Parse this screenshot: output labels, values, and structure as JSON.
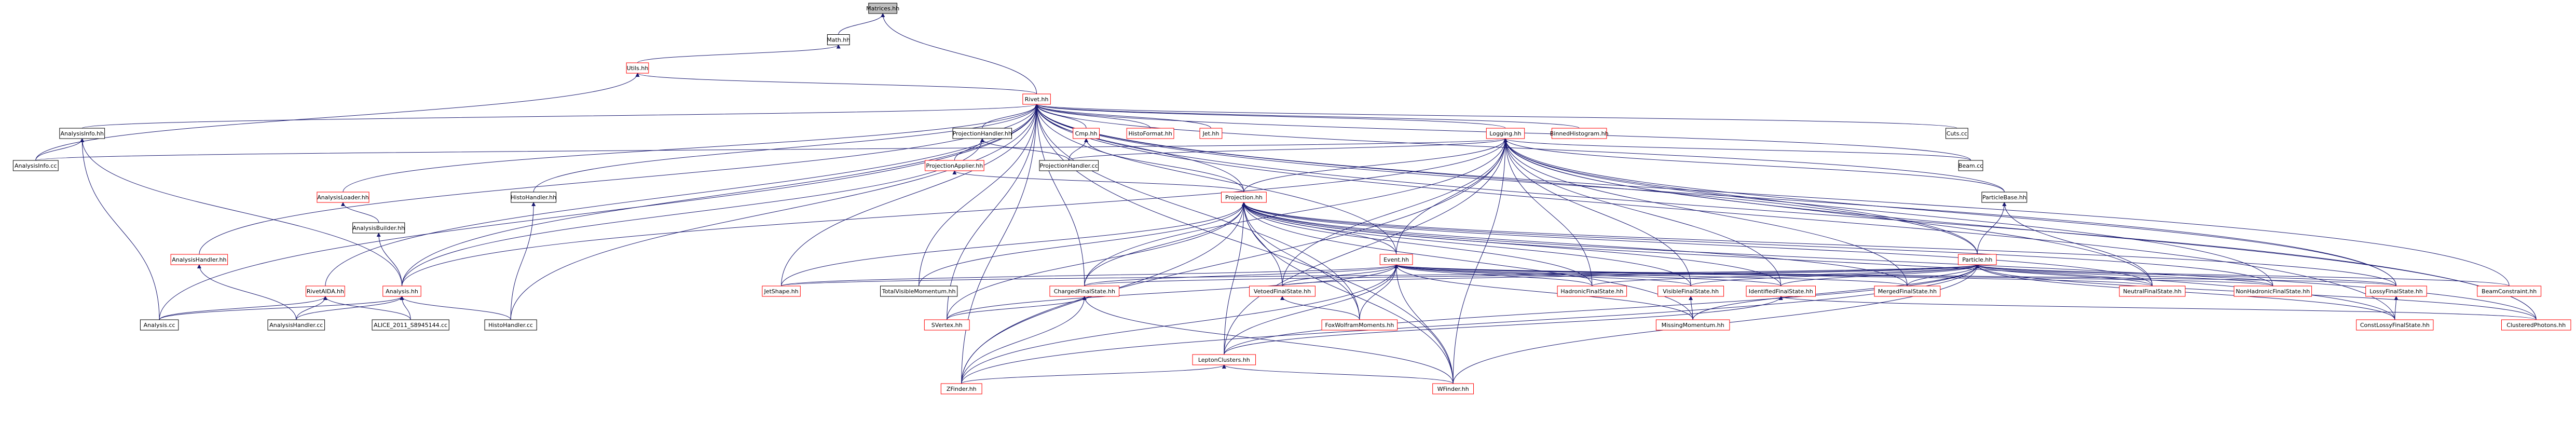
{
  "colors": {
    "root_fill": "#bfbfbf",
    "box_fill": "#ffffff",
    "black_border": "#000000",
    "red_border": "#ff0000",
    "edge": "#191970"
  },
  "nodes": {
    "matrices": "Matrices.hh",
    "math": "Math.hh",
    "utils": "Utils.hh",
    "rivet": "Rivet.hh",
    "analysisinfo_hh": "AnalysisInfo.hh",
    "analysisinfo_cc": "AnalysisInfo.cc",
    "projectionhandler_hh": "ProjectionHandler.hh",
    "projectionhandler_cc": "ProjectionHandler.cc",
    "projectionapplier": "ProjectionApplier.hh",
    "cmp": "Cmp.hh",
    "histoformat": "HistoFormat.hh",
    "jet": "Jet.hh",
    "logging": "Logging.hh",
    "binnedhistogram": "BinnedHistogram.hh",
    "cuts": "Cuts.cc",
    "beam_cc": "Beam.cc",
    "particlebase": "ParticleBase.hh",
    "projection": "Projection.hh",
    "histohandler_hh": "HistoHandler.hh",
    "histohandler_cc": "HistoHandler.cc",
    "analysisloader": "AnalysisLoader.hh",
    "analysisbuilder": "AnalysisBuilder.hh",
    "analysishandler_hh": "AnalysisHandler.hh",
    "analysishandler_cc": "AnalysisHandler.cc",
    "analysis_hh": "Analysis.hh",
    "analysis_cc": "Analysis.cc",
    "rivetaida": "RivetAIDA.hh",
    "alice": "ALICE_2011_S8945144.cc",
    "event": "Event.hh",
    "particle": "Particle.hh",
    "jetshape": "JetShape.hh",
    "totalvisiblemomentum": "TotalVisibleMomentum.hh",
    "chargedfinalstate": "ChargedFinalState.hh",
    "vetoedfinalstate": "VetoedFinalState.hh",
    "hadronicfinalstate": "HadronicFinalState.hh",
    "visiblefinalstate": "VisibleFinalState.hh",
    "identifiedfinalstate": "IdentifiedFinalState.hh",
    "mergedfinalstate": "MergedFinalState.hh",
    "neutralfinalstate": "NeutralFinalState.hh",
    "nonhadronicfinalstate": "NonHadronicFinalState.hh",
    "lossyfinalstate": "LossyFinalState.hh",
    "beamconstraint": "BeamConstraint.hh",
    "svertex": "SVertex.hh",
    "foxwolframmoments": "FoxWolframMoments.hh",
    "missingmomentum": "MissingMomentum.hh",
    "constlossyfinalstate": "ConstLossyFinalState.hh",
    "clusteredphotons": "ClusteredPhotons.hh",
    "leptonclusters": "LeptonClusters.hh",
    "zfinder": "ZFinder.hh",
    "wfinder": "WFinder.hh"
  }
}
